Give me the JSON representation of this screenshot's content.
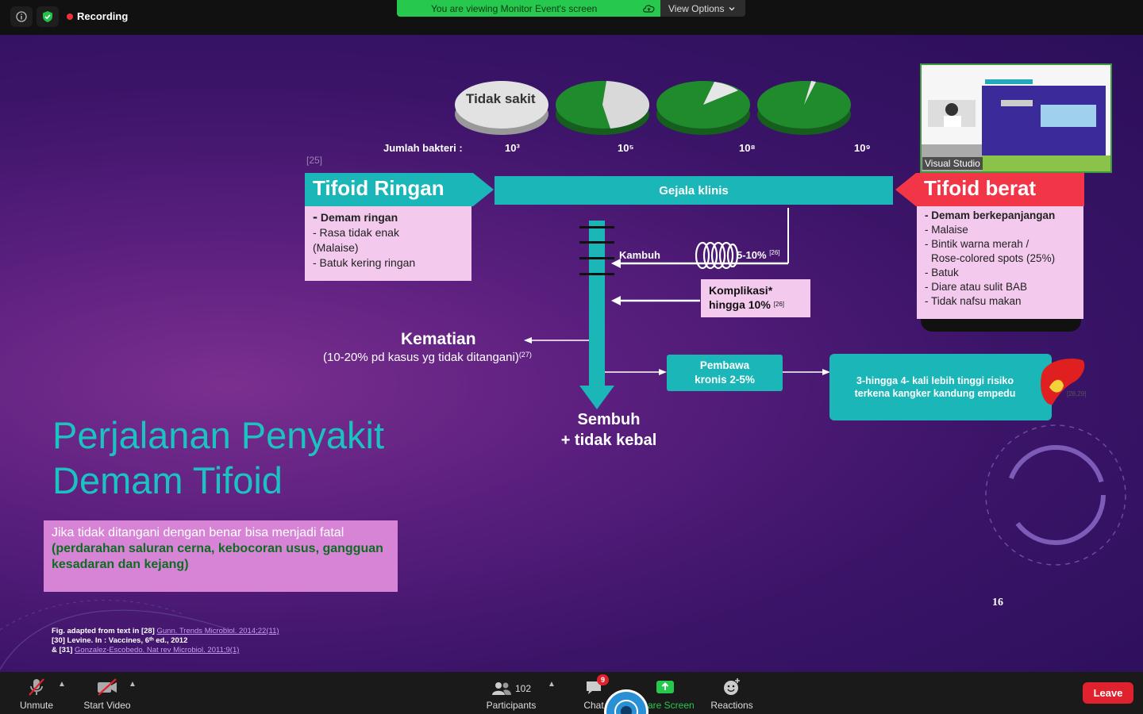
{
  "topbar": {
    "recording_label": "Recording",
    "viewing_banner": "You are viewing Monitor Event's screen",
    "view_options": "View Options"
  },
  "slide": {
    "pies": [
      {
        "label": "Tidak sakit",
        "green_fraction": 0
      },
      {
        "label": "",
        "green_fraction": 0.55
      },
      {
        "label": "",
        "green_fraction": 0.85
      },
      {
        "label": "",
        "green_fraction": 0.95
      }
    ],
    "jumlah_bakteri": "Jumlah bakteri :",
    "bacteria_counts": [
      "10³",
      "10⁵",
      "10⁸",
      "10⁹"
    ],
    "ref_25": "[25]",
    "ringan": {
      "title": "Tifoid Ringan",
      "items": [
        "Demam ringan",
        "- Rasa tidak enak",
        "(Malaise)",
        "- Batuk kering ringan"
      ]
    },
    "gejala": "Gejala klinis",
    "berat": {
      "title": "Tifoid berat",
      "items": [
        "- Demam berkepanjangan",
        "- Malaise",
        "- Bintik warna merah /",
        "Rose-colored spots (25%)",
        "- Batuk",
        "- Diare atau sulit BAB",
        "- Tidak nafsu makan"
      ]
    },
    "kambuh": "Kambuh",
    "kambuh_pct": "5-10%",
    "kambuh_ref": "[26]",
    "komplikasi_line1": "Komplikasi*",
    "komplikasi_line2": "hingga 10%",
    "komplikasi_ref": "[26]",
    "kematian": "Kematian",
    "kematian_sub": "(10-20% pd kasus yg tidak ditangani)",
    "kematian_ref": "(27)",
    "sembuh_line1": "Sembuh",
    "sembuh_line2": "+ tidak kebal",
    "pembawa_line1": "Pembawa",
    "pembawa_line2": "kronis 2-5%",
    "kangker_line1": "3-hingga 4- kali lebih tinggi risiko",
    "kangker_line2": "terkena kangker kandung empedu",
    "kangker_ref": "[28,29]",
    "title_line1": "Perjalanan Penyakit",
    "title_line2": "Demam Tifoid",
    "fatal_plain": "Jika tidak ditangani  dengan benar bisa menjadi fatal ",
    "fatal_green": "(perdarahan saluran cerna, kebocoran usus, gangguan kesadaran dan kejang)",
    "page_number": "16",
    "refs": {
      "r1_prefix": "Fig. adapted from text in [28] ",
      "r1_link": "Gunn. Trends Microbiol. 2014;22(11)",
      "r2": "[30] Levine. In : Vaccines, 6ᵗʰ ed., 2012",
      "r3_prefix": "& [31] ",
      "r3_link": "Gonzalez-Escobedo. Nat rev Microbiol. 2011;9(1)"
    }
  },
  "thumbnail": {
    "name_label": "Visual Studio"
  },
  "bottombar": {
    "unmute": "Unmute",
    "start_video": "Start Video",
    "participants_count": "102",
    "participants": "Participants",
    "chat": "Chat",
    "chat_badge": "9",
    "share_screen": "Share Screen",
    "reactions": "Reactions",
    "leave": "Leave"
  },
  "colors": {
    "teal": "#1ab6b8",
    "red": "#f23547",
    "pink": "#f3c9ee",
    "pie_green": "#1f8b2c",
    "banner_green": "#26c94e",
    "leave_red": "#e0212e"
  }
}
